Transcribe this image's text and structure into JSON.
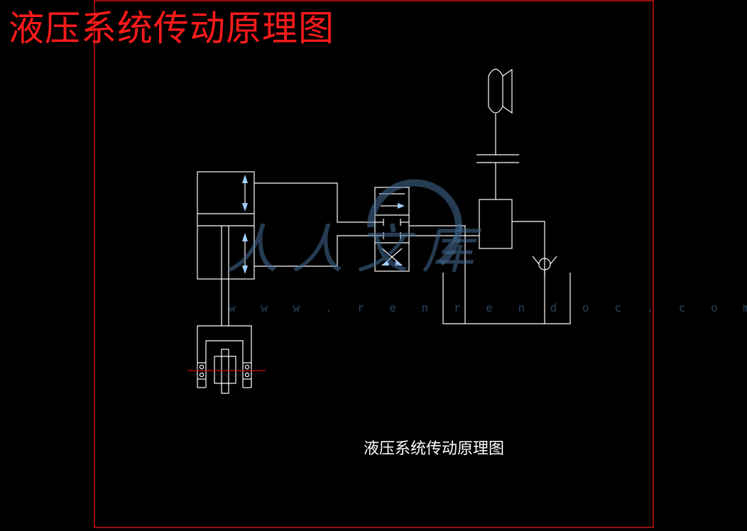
{
  "title": "液压系统传动原理图",
  "caption": "液压系统传动原理图",
  "watermark": {
    "text": "人人文库",
    "url": "w w w . r e n r e n d o c . c o m"
  },
  "colors": {
    "background": "#000000",
    "line": "#ffffff",
    "title": "#ff1a1a",
    "frame": "#cc1111",
    "centerline": "#cc1111",
    "arrow": "#9fd0ff",
    "watermark": "#466e96"
  }
}
